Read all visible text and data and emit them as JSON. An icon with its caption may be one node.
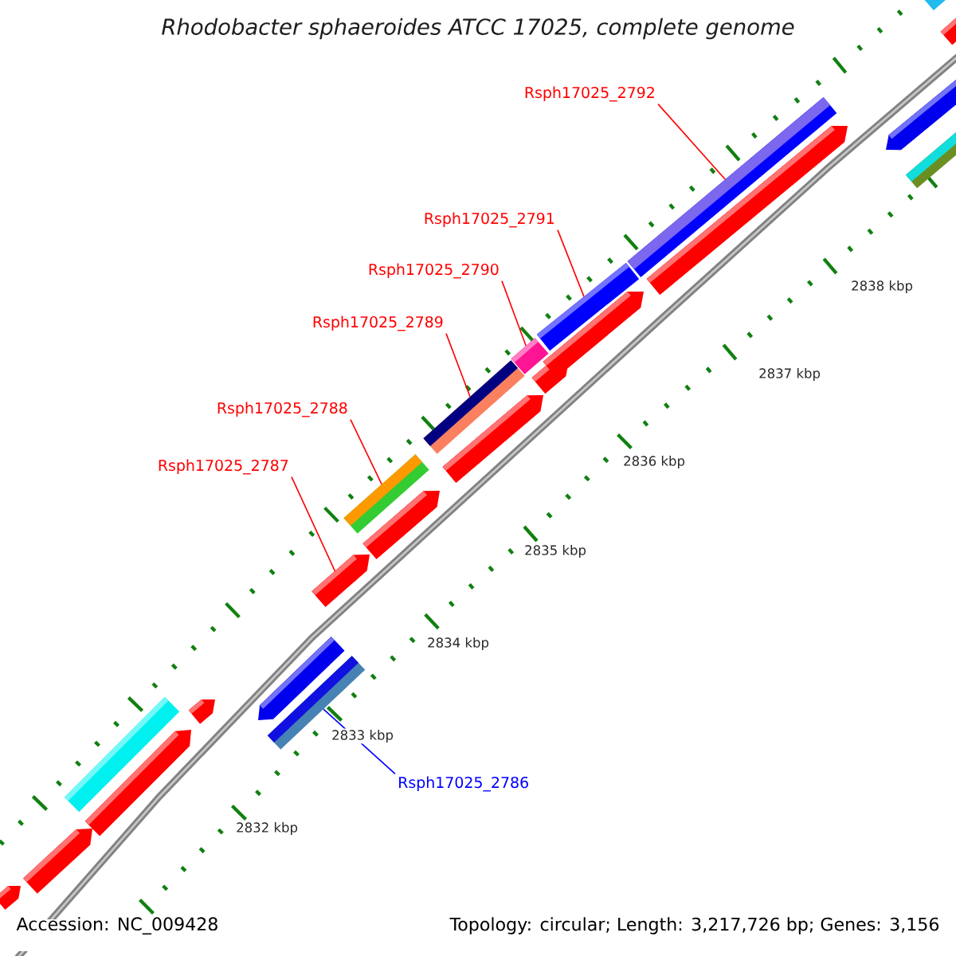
{
  "diagram": {
    "title": "Rhodobacter sphaeroides ATCC 17025, complete genome",
    "nodes": [
      {
        "text": [
          "Rsph17025_2792"
        ]
      },
      {
        "text": [
          "Rsph17025_2791"
        ]
      },
      {
        "text": [
          "Rsph17025_2790"
        ]
      },
      {
        "text": [
          "Rsph17025_2789"
        ]
      },
      {
        "text": [
          "Rsph17025_2788"
        ]
      },
      {
        "text": [
          "Rsph17025_2787"
        ]
      },
      {
        "text": [
          "Rsph17025_2786"
        ]
      },
      {
        "text": [],
        "shape": "arrow"
      },
      {
        "text": [],
        "shape": "arrow"
      },
      {
        "text": [],
        "shape": "bar"
      },
      {
        "text": [],
        "shape": "arrow"
      },
      {
        "text": [],
        "shape": "arrow"
      },
      {
        "text": [],
        "shape": "arrow"
      },
      {
        "text": [],
        "shape": "bar"
      },
      {
        "text": [],
        "shape": "arrow"
      },
      {
        "text": [],
        "shape": "bar"
      },
      {
        "text": [],
        "shape": "arrow"
      },
      {
        "text": [],
        "shape": "bar"
      },
      {
        "text": [],
        "shape": "arrow"
      },
      {
        "text": [],
        "shape": "bar"
      },
      {
        "text": [],
        "shape": "arrow"
      },
      {
        "text": [],
        "shape": "bar"
      },
      {
        "text": [],
        "shape": "arrow"
      },
      {
        "text": [],
        "shape": "bar"
      },
      {
        "text": [],
        "shape": "arrow"
      },
      {
        "text": [],
        "shape": "arrow"
      },
      {
        "text": [],
        "shape": "bar"
      },
      {
        "text": [],
        "shape": "bar"
      },
      {
        "text": [],
        "shape": "arrow"
      }
    ],
    "edges": [
      {
        "from": 0,
        "to": 23,
        "arrow": "none"
      },
      {
        "from": 1,
        "to": 21,
        "arrow": "none"
      },
      {
        "from": 2,
        "to": 19,
        "arrow": "none"
      },
      {
        "from": 3,
        "to": 17,
        "arrow": "none"
      },
      {
        "from": 4,
        "to": 15,
        "arrow": "none"
      },
      {
        "from": 5,
        "to": 14,
        "arrow": "none"
      },
      {
        "from": 6,
        "to": 13,
        "arrow": "none",
        "color": "#0000ff"
      }
    ],
    "labels": [
      "2838 kbp",
      "2837 kbp",
      "2836 kbp",
      "2835 kbp",
      "2834 kbp",
      "2833 kbp",
      "2832 kbp",
      "Accession: NC_009428",
      "Topology: circular; Length: 3,217,726 bp; Genes: 3,156"
    ]
  }
}
